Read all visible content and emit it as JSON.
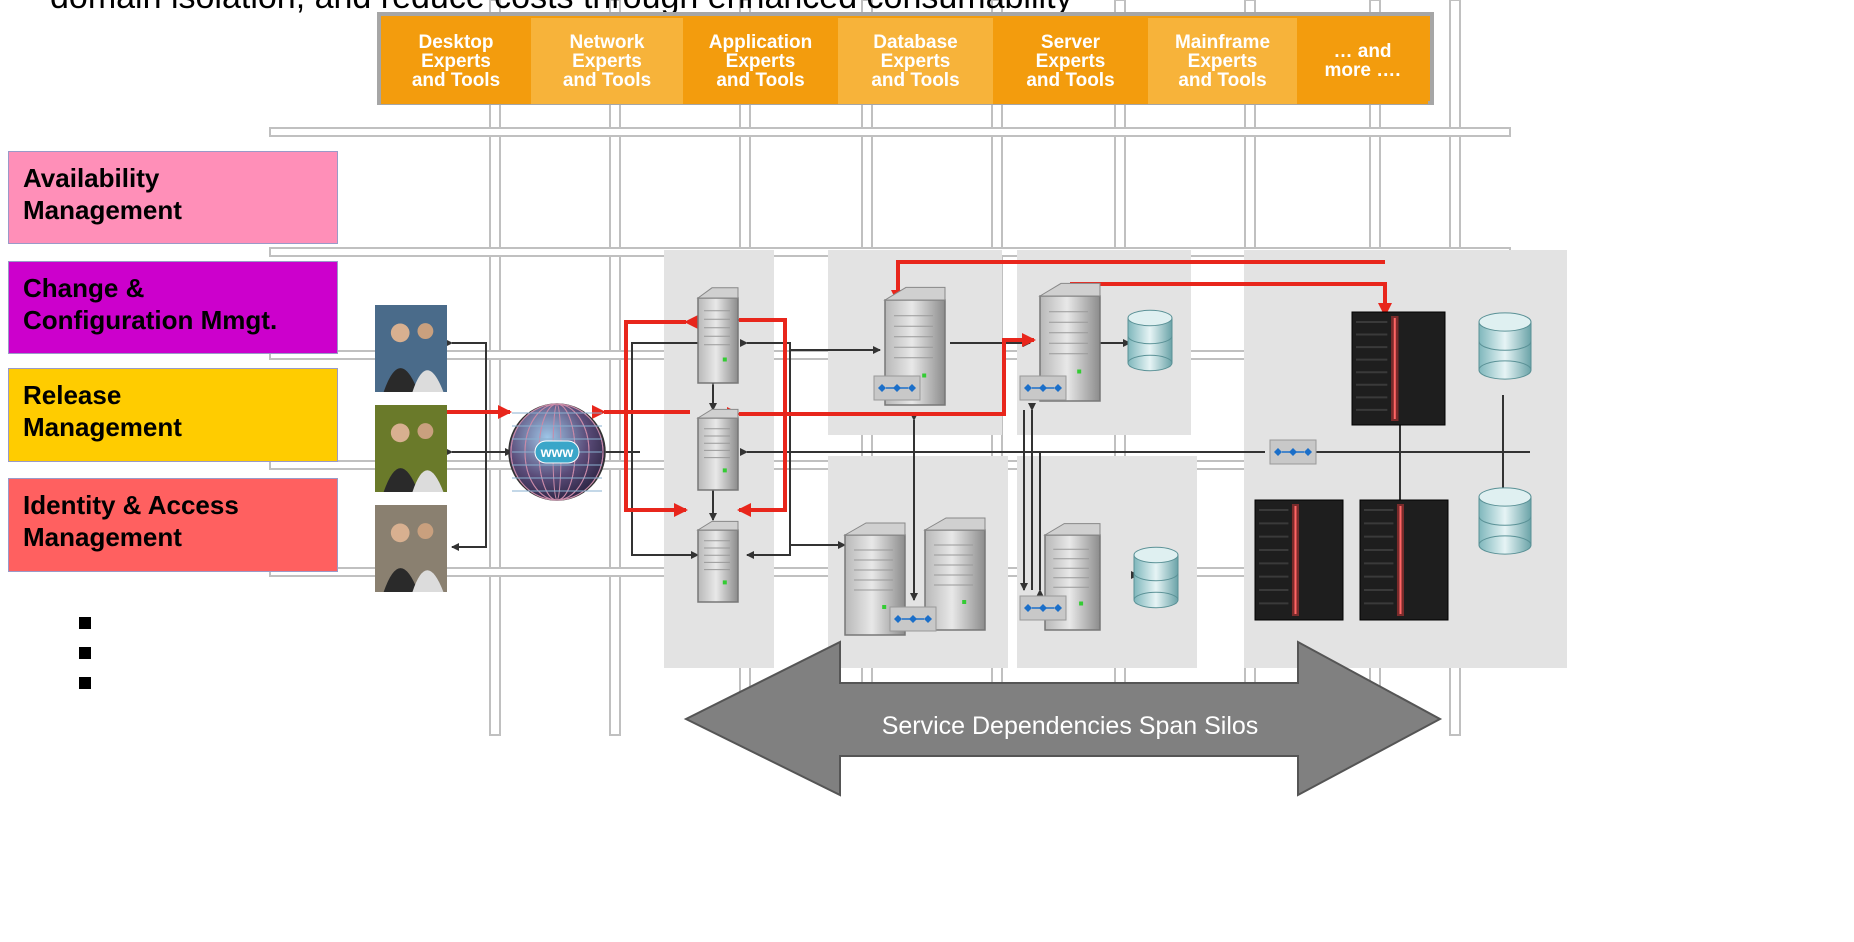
{
  "subtitle": "domain isolation, and reduce costs through enhanced consumability",
  "silos": [
    {
      "lines": [
        "Desktop",
        "Experts",
        "and Tools"
      ],
      "color": "#f39c0d"
    },
    {
      "lines": [
        "Network",
        "Experts",
        "and Tools"
      ],
      "color": "#f7b33a"
    },
    {
      "lines": [
        "Application",
        "Experts",
        "and Tools"
      ],
      "color": "#f39c0d"
    },
    {
      "lines": [
        "Database",
        "Experts",
        "and Tools"
      ],
      "color": "#f7b33a"
    },
    {
      "lines": [
        "Server",
        "Experts",
        "and Tools"
      ],
      "color": "#f39c0d"
    },
    {
      "lines": [
        "Mainframe",
        "Experts",
        "and Tools"
      ],
      "color": "#f7b33a"
    },
    {
      "lines": [
        "… and",
        "more …."
      ],
      "color": "#f39c0d"
    }
  ],
  "disciplines": [
    {
      "lines": [
        "Availability",
        "Management"
      ],
      "color": "#ff8fb8"
    },
    {
      "lines": [
        "Change &",
        "Configuration Mmgt."
      ],
      "color": "#cc00cc"
    },
    {
      "lines": [
        "Release",
        "Management"
      ],
      "color": "#ffcc00"
    },
    {
      "lines": [
        "Identity & Access",
        "Management"
      ],
      "color": "#ff6060"
    }
  ],
  "web_icon_label": "www",
  "span_label": "Service Dependencies Span Silos",
  "colors": {
    "grid_line": "#c0c0c0",
    "dependency_arrow": "#e8261c",
    "connector": "#333333",
    "tier_panel": "#e3e3e3",
    "span_arrow": "#808080"
  },
  "icons": {
    "users": "user-photo-icon",
    "internet": "globe-icon",
    "server": "server-tower-icon",
    "database": "database-cylinder-icon",
    "mainframe": "mainframe-rack-icon",
    "message_bus": "message-bus-icon"
  }
}
